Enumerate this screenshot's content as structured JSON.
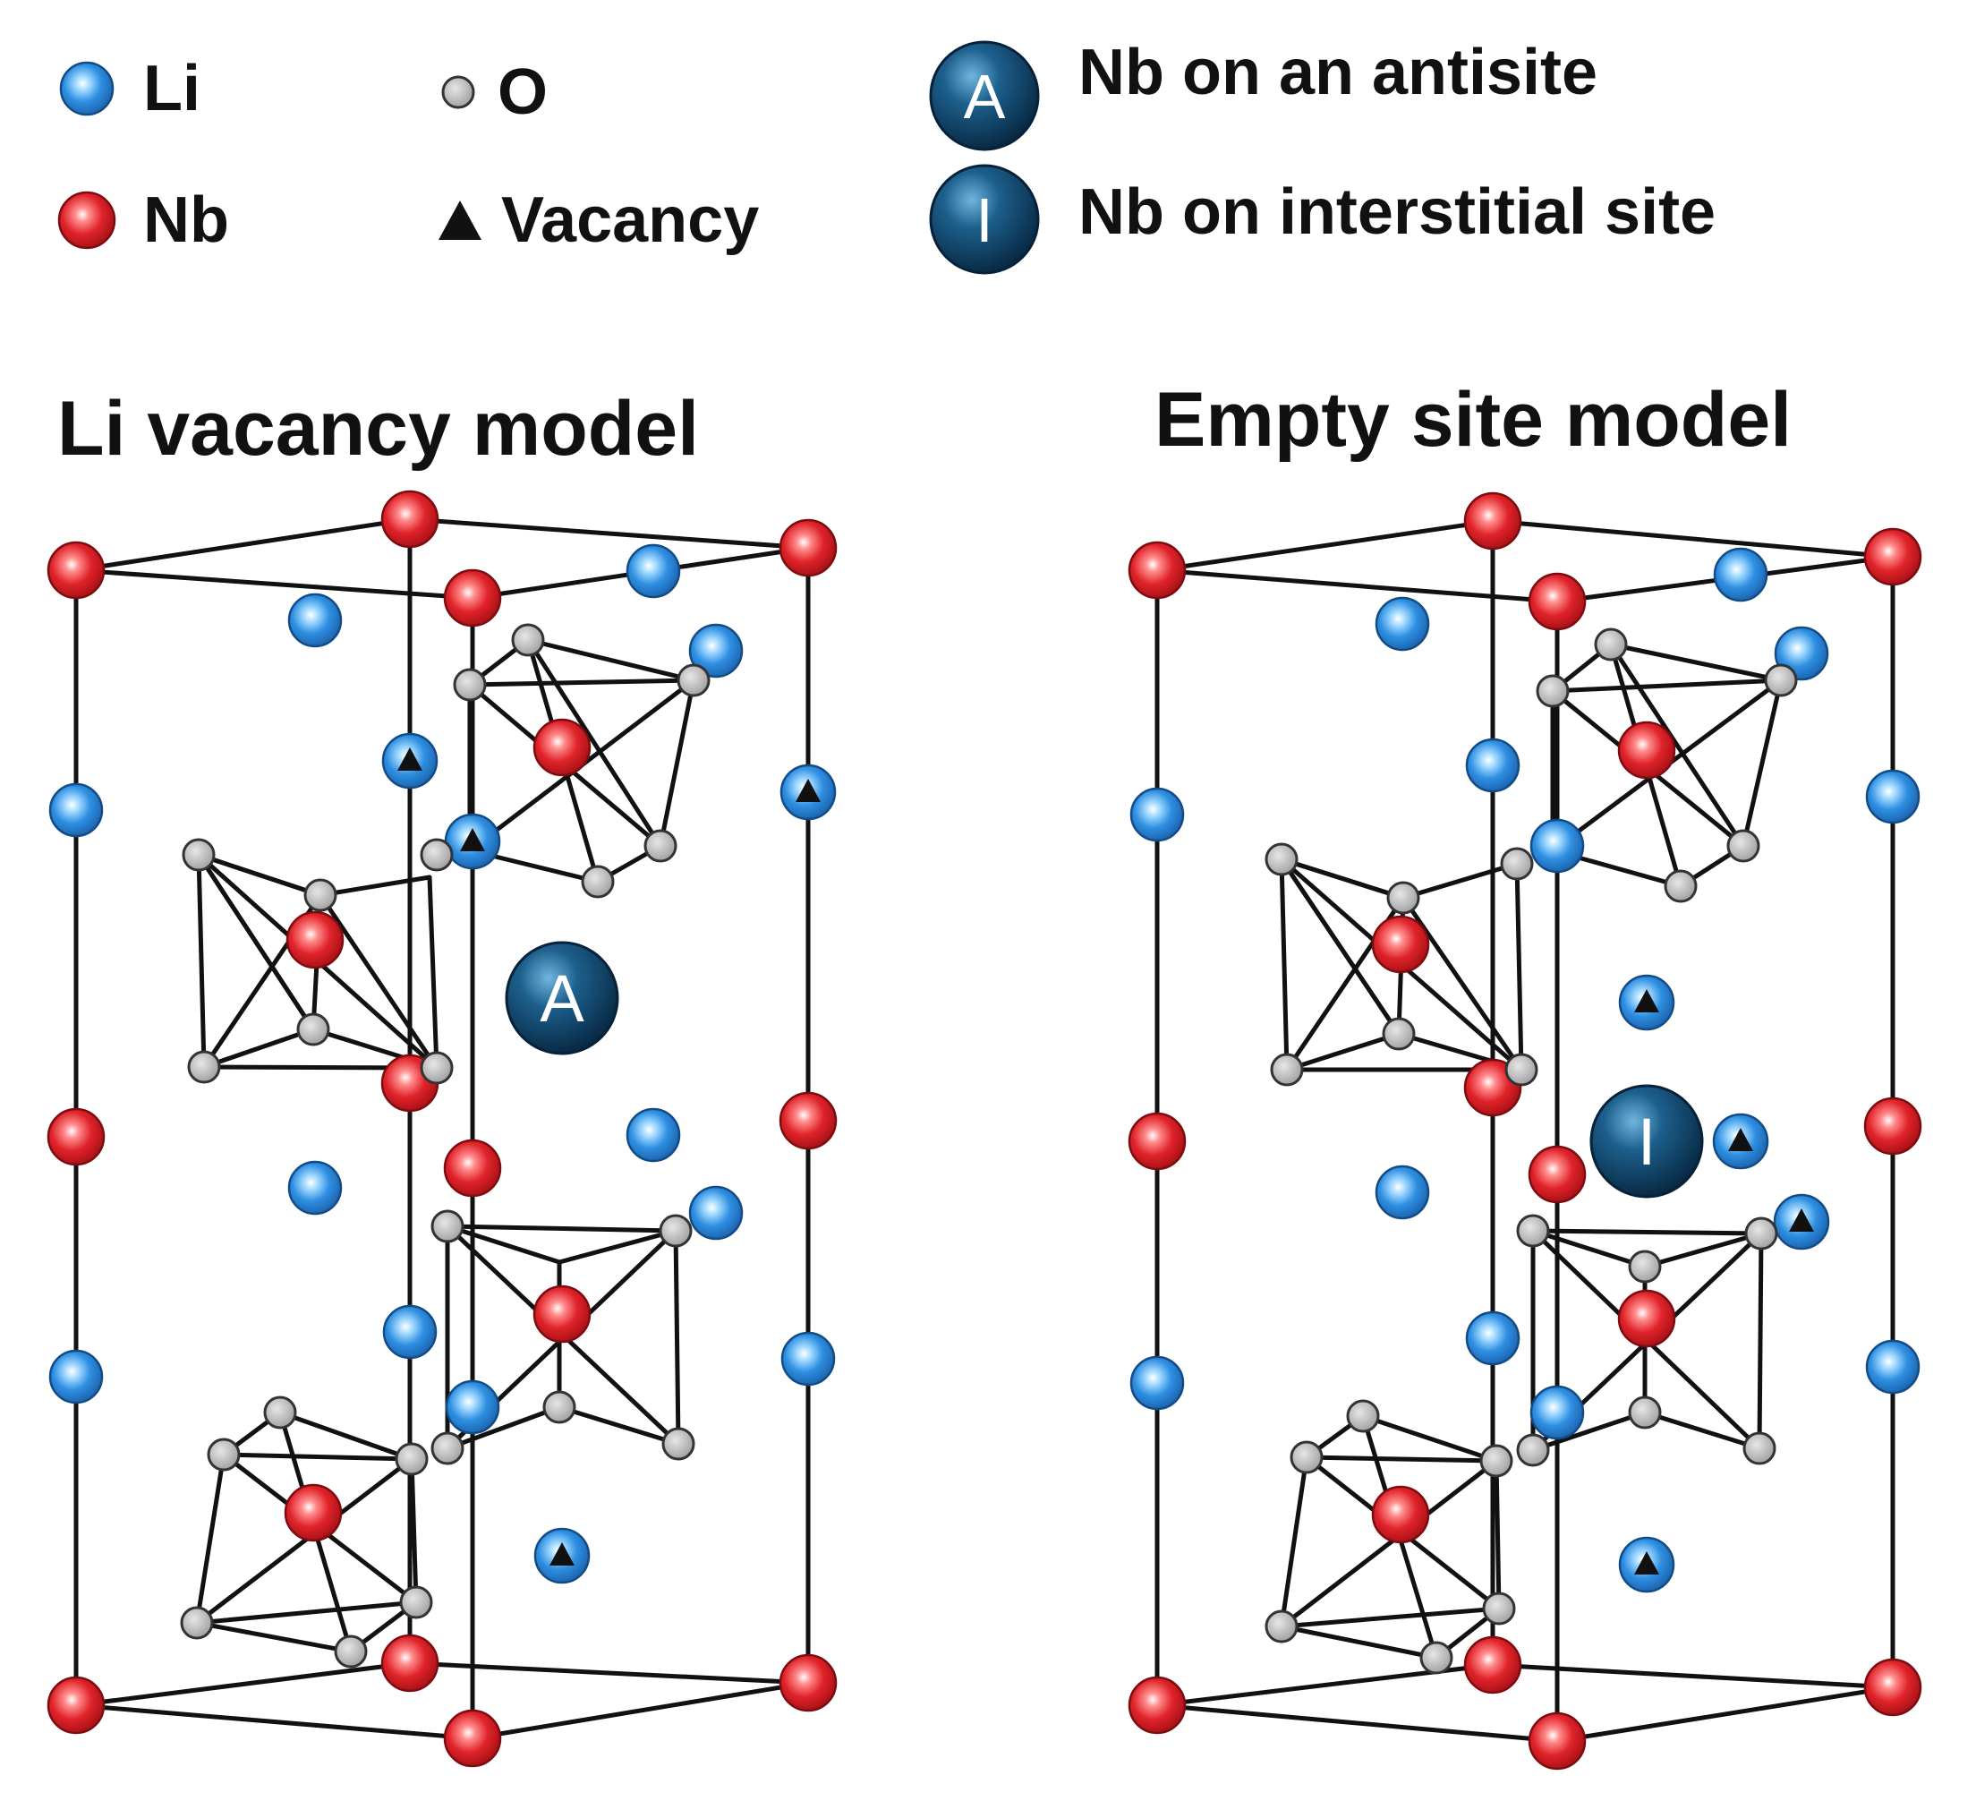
{
  "legend": {
    "li": "Li",
    "o": "O",
    "nb": "Nb",
    "vacancy": "Vacancy",
    "antisite_symbol": "A",
    "antisite": "Nb on an antisite",
    "interstitial_symbol": "I",
    "interstitial": "Nb on interstitial site"
  },
  "panels": {
    "left_title": "Li vacancy model",
    "right_title": "Empty site model"
  },
  "colors": {
    "li": "#2f8ee0",
    "nb": "#d81f26",
    "o": "#a9a9a9",
    "defect": "#0e3a5a",
    "vacancy": "#111111",
    "bond": "#111111"
  }
}
